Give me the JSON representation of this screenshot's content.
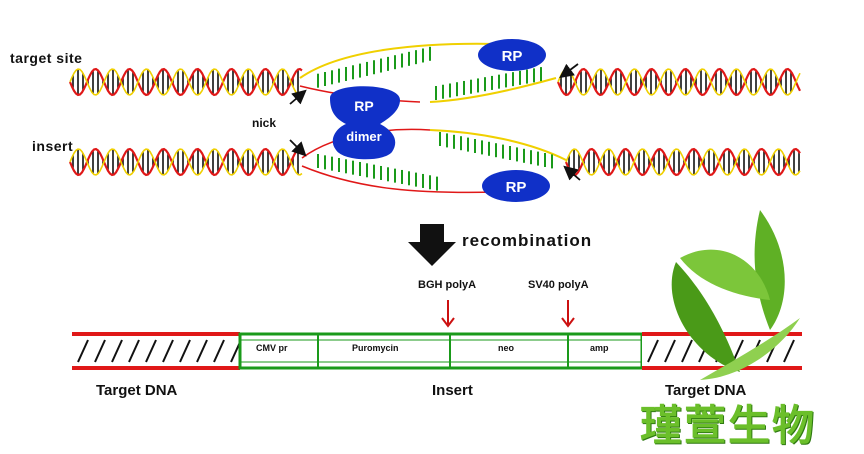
{
  "labels": {
    "target_site": "target site",
    "insert": "insert",
    "nick": "nick",
    "recombination": "recombination",
    "bgh_polya": "BGH polyA",
    "sv40_polya": "SV40 polyA",
    "target_dna_left": "Target DNA",
    "insert_bottom": "Insert",
    "target_dna_right": "Target DNA"
  },
  "proteins": {
    "rp_top": "RP",
    "rp_dimer_line1": "RP",
    "rp_dimer_line2": "dimer",
    "rp_bottom": "RP"
  },
  "segments": [
    "CMV pr",
    "Puromycin",
    "neo",
    "amp"
  ],
  "brand": {
    "text": "瑾萱生物"
  },
  "colors": {
    "dna_red": "#e01818",
    "dna_black": "#111111",
    "strand_green": "#1a9a1a",
    "strand_yellow": "#f0d000",
    "rp_blue": "#1030c8",
    "arrow_red": "#cc1111",
    "logo_green": "#6bbf2a"
  }
}
